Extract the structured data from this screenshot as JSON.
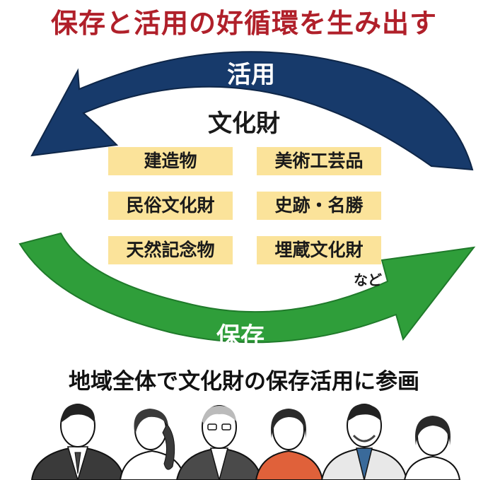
{
  "title": "保存と活用の好循環を生み出す",
  "cycle": {
    "top_arrow_label": "活用",
    "bottom_arrow_label": "保存",
    "center_title": "文化財",
    "items": [
      "建造物",
      "美術工芸品",
      "民俗文化財",
      "史跡・名勝",
      "天然記念物",
      "埋蔵文化財"
    ],
    "etc_label": "など"
  },
  "bottom_text": "地域全体で文化財の保存活用に参画",
  "colors": {
    "title": "#b0202a",
    "top_arrow": "#173a6b",
    "bottom_arrow": "#2f9e3a",
    "item_background": "#fbe39a"
  }
}
